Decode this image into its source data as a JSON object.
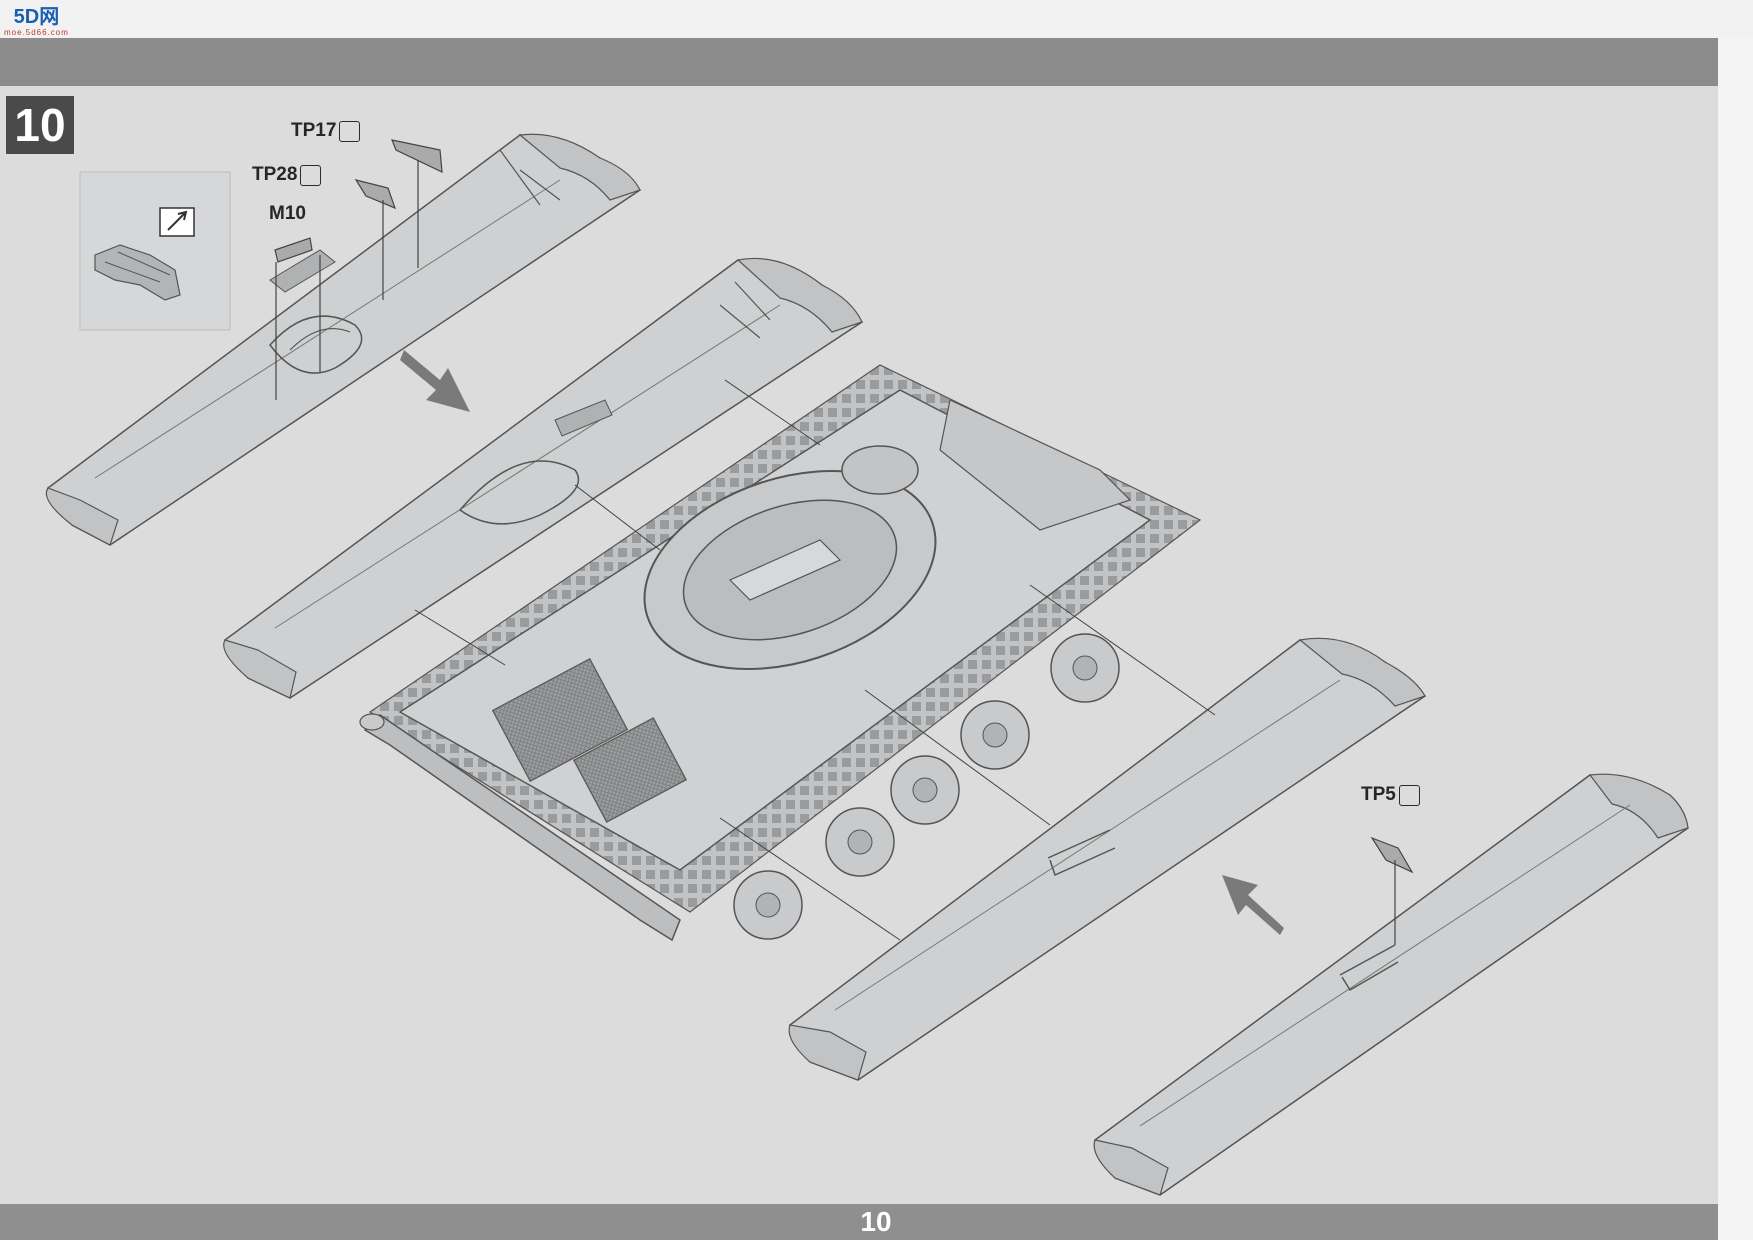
{
  "watermark": {
    "text": "5D网",
    "sub": "moe.5d66.com"
  },
  "step": {
    "number": "10"
  },
  "parts": {
    "tp17": "TP17",
    "tp28": "TP28",
    "m10": "M10",
    "tp5": "TP5"
  },
  "footer": {
    "page_number": "10"
  },
  "icons": {
    "photo_etch": "photo-etch-icon",
    "direction_arrow": "assembly-direction-arrow-icon"
  },
  "colors": {
    "band": "#8c8c8c",
    "page": "#dcdcdd",
    "line": "#555555",
    "part_fill": "#cfd0d1",
    "arrow": "#6e6e6e"
  }
}
